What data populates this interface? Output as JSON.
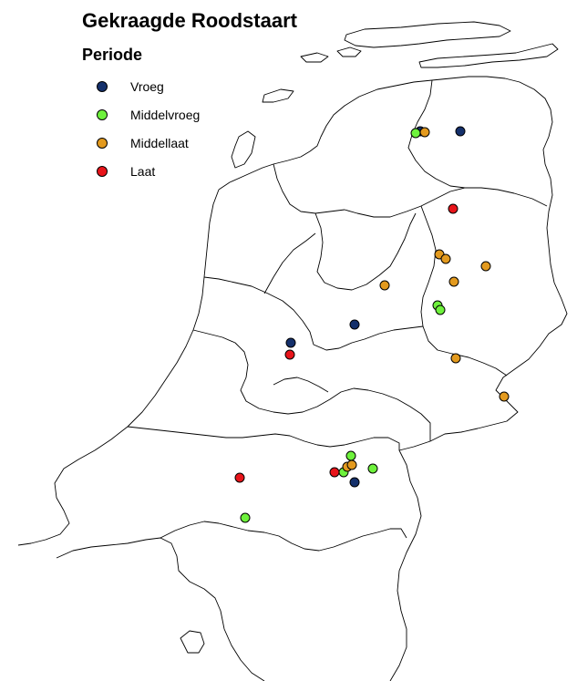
{
  "title": "Gekraagde Roodstaart",
  "legend": {
    "title": "Periode",
    "items": [
      {
        "label": "Vroeg",
        "color": "#14306b"
      },
      {
        "label": "Middelvroeg",
        "color": "#6ef23c"
      },
      {
        "label": "Middellaat",
        "color": "#e39a1e"
      },
      {
        "label": "Laat",
        "color": "#e8141a"
      }
    ]
  },
  "chart_data": {
    "type": "scatter",
    "series": [
      {
        "name": "Vroeg",
        "points": [
          [
            461,
            144
          ],
          [
            505,
            144
          ],
          [
            389,
            356
          ],
          [
            319,
            376
          ],
          [
            389,
            529
          ]
        ]
      },
      {
        "name": "Middelvroeg",
        "points": [
          [
            456,
            146
          ],
          [
            480,
            335
          ],
          [
            483,
            340
          ],
          [
            385,
            500
          ],
          [
            409,
            514
          ],
          [
            377,
            518
          ],
          [
            269,
            568
          ]
        ]
      },
      {
        "name": "Middellaat",
        "points": [
          [
            466,
            145
          ],
          [
            482,
            279
          ],
          [
            489,
            284
          ],
          [
            533,
            292
          ],
          [
            498,
            309
          ],
          [
            422,
            313
          ],
          [
            500,
            393
          ],
          [
            553,
            435
          ],
          [
            381,
            512
          ],
          [
            386,
            510
          ]
        ]
      },
      {
        "name": "Laat",
        "points": [
          [
            497,
            229
          ],
          [
            318,
            389
          ],
          [
            263,
            524
          ],
          [
            367,
            518
          ]
        ]
      }
    ]
  }
}
